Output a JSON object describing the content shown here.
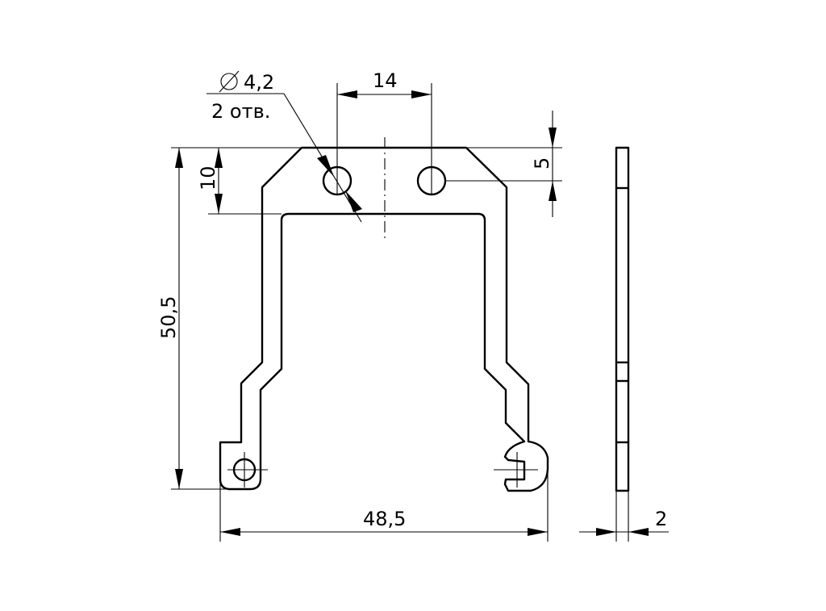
{
  "dimensions": {
    "hole_diameter": "4,2",
    "hole_count": "2 отв.",
    "hole_spacing": "14",
    "hole_offset": "5",
    "slot_depth": "10",
    "total_height": "50,5",
    "total_width": "48,5",
    "thickness": "2"
  },
  "symbols": {
    "diameter_sign": "diameter-icon"
  }
}
